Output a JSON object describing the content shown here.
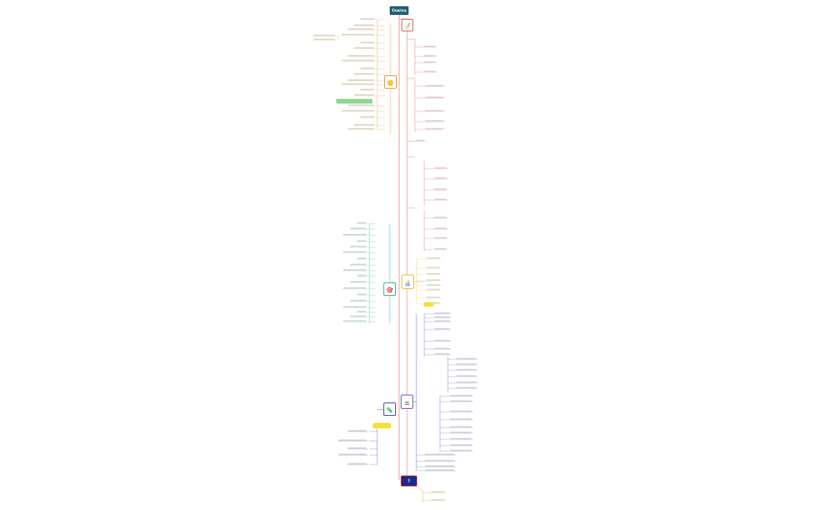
{
  "root": {
    "title": "Ovarica"
  },
  "branches": [
    {
      "id": "b-red",
      "icon": "notes-icon",
      "glyph": "📝",
      "label": "",
      "color": "#e05555"
    },
    {
      "id": "b-orange",
      "icon": "coin-icon",
      "glyph": "🪙",
      "label": "",
      "color": "#e8962e"
    },
    {
      "id": "b-teal",
      "icon": "target-icon",
      "glyph": "🎯",
      "label": "",
      "color": "#2bb39a"
    },
    {
      "id": "b-yellow",
      "icon": "microscope-icon",
      "glyph": "🔬",
      "label": "",
      "color": "#e8c02e"
    },
    {
      "id": "b-blue",
      "icon": "flow-icon",
      "glyph": "⚖",
      "label": "",
      "color": "#5560c8"
    },
    {
      "id": "b-navy",
      "icon": "bug-icon",
      "glyph": "🦠",
      "label": "",
      "color": "#4a3ea8"
    },
    {
      "id": "b-dark",
      "icon": "blue-card-icon",
      "glyph": "⚕",
      "label": "",
      "color": "#1a2a8a"
    }
  ],
  "highlights": [
    {
      "id": "hl-green",
      "text": "",
      "bg": "#8fd68f"
    },
    {
      "id": "hl-yellow-a",
      "text": "",
      "bg": "#f2e13a"
    },
    {
      "id": "hl-yellow-b",
      "text": "",
      "bg": "#f2e13a"
    }
  ],
  "colors": {
    "red": "#e05555",
    "orange": "#e8962e",
    "teal": "#2bb39a",
    "yellow": "#e8c02e",
    "blue": "#5560c8",
    "navy": "#4a3ea8",
    "dark": "#1a2a8a"
  }
}
